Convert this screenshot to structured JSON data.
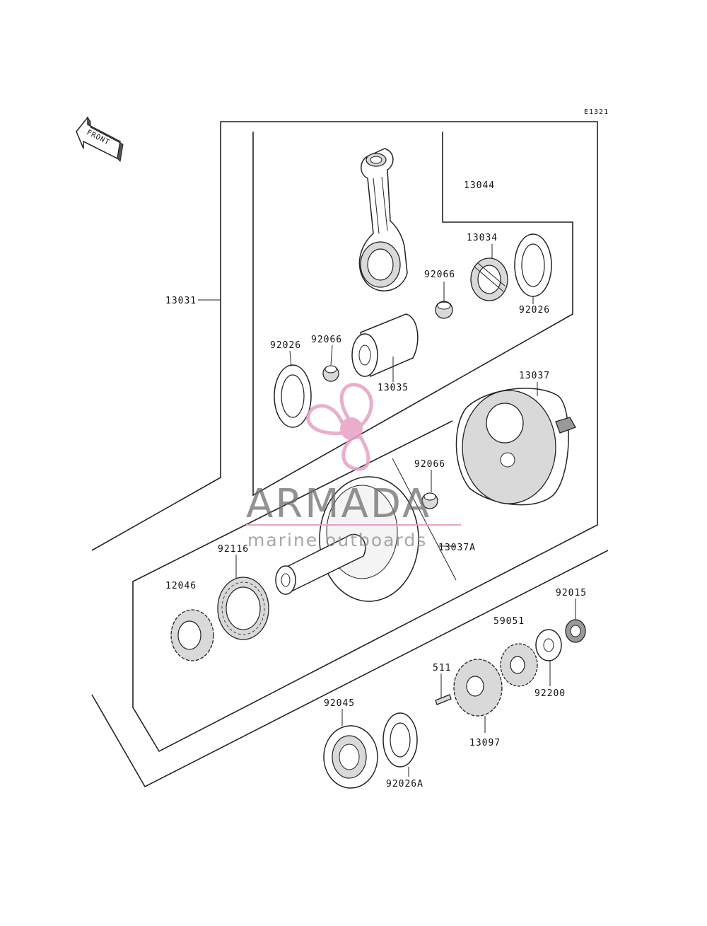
{
  "diagram": {
    "code": "E1321",
    "direction_label": "FRONT",
    "labels": {
      "p13044": "13044",
      "p13034": "13034",
      "p92066_a": "92066",
      "p92026_a": "92026",
      "p13031": "13031",
      "p92026_b": "92026",
      "p92066_b": "92066",
      "p13035": "13035",
      "p13037": "13037",
      "p92066_c": "92066",
      "p13037A": "13037A",
      "p92116": "92116",
      "p12046": "12046",
      "p92015": "92015",
      "p59051": "59051",
      "p511": "511",
      "p92200": "92200",
      "p92045": "92045",
      "p13097": "13097",
      "p92026A": "92026A"
    }
  },
  "watermark": {
    "brand": "ARMADA",
    "tagline": "marine outboards",
    "color": "#e7a1c4"
  }
}
